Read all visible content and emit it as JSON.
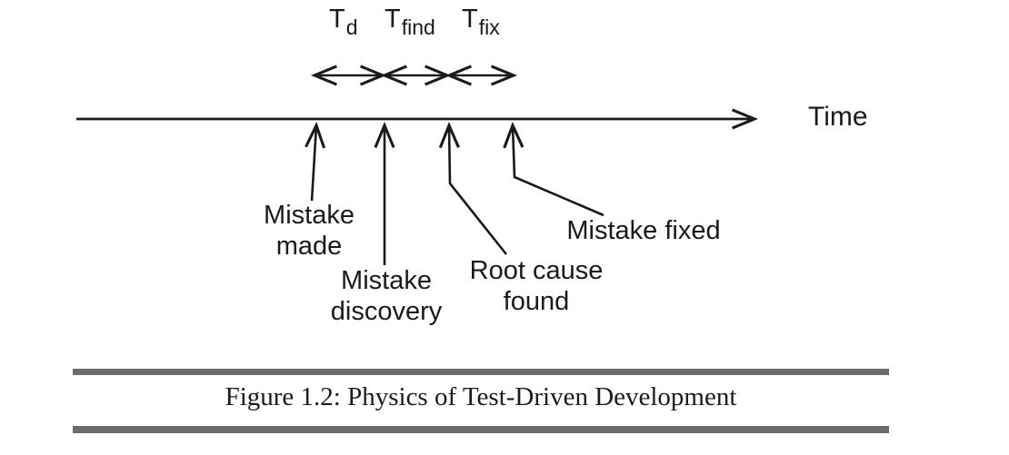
{
  "figure": {
    "time_axis_label": "Time",
    "intervals": [
      {
        "symbol": "T",
        "subscript": "d"
      },
      {
        "symbol": "T",
        "subscript": "find"
      },
      {
        "symbol": "T",
        "subscript": "fix"
      }
    ],
    "events": [
      {
        "line1": "Mistake",
        "line2": "made"
      },
      {
        "line1": "Mistake",
        "line2": "discovery"
      },
      {
        "line1": "Root cause",
        "line2": "found"
      },
      {
        "line1": "Mistake fixed"
      }
    ],
    "caption": "Figure 1.2: Physics of Test-Driven Development",
    "colors": {
      "ink": "#1a1a1a",
      "caption_rule": "#6b6b6b",
      "background": "#ffffff"
    }
  }
}
